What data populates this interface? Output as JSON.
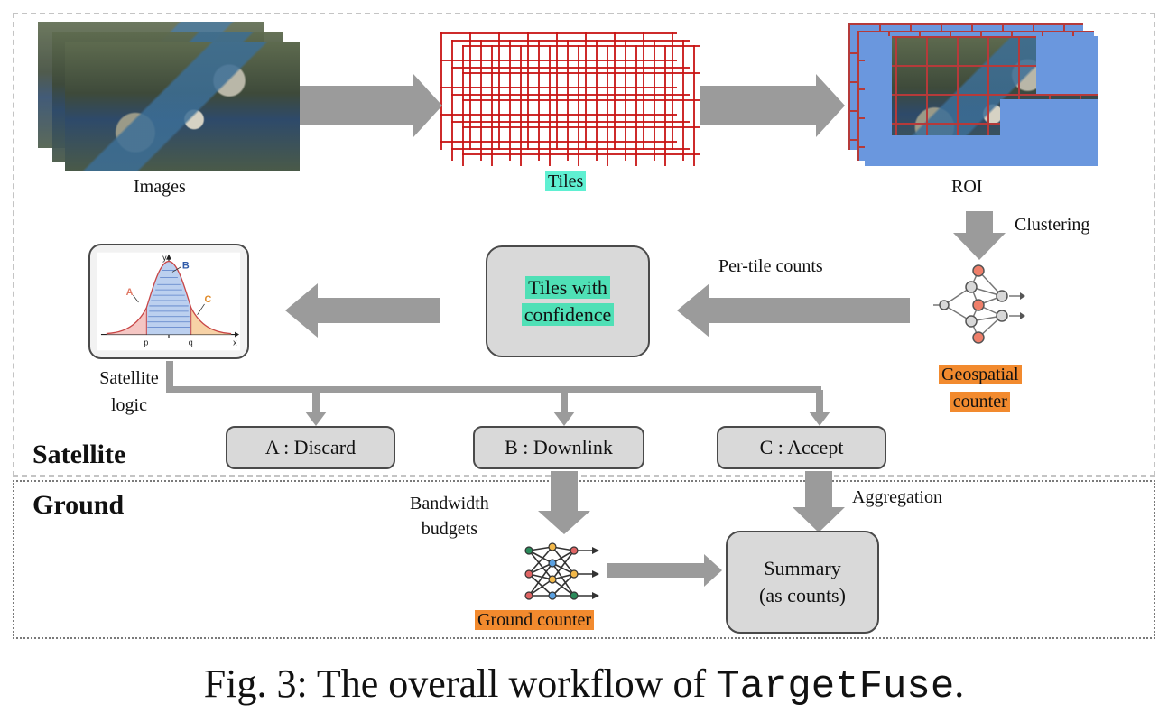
{
  "regions": {
    "satellite_label": "Satellite",
    "ground_label": "Ground"
  },
  "pipeline": {
    "images_label": "Images",
    "tiles_label": "Tiles",
    "roi_label": "ROI",
    "clustering_label": "Clustering",
    "per_tile_counts_label": "Per-tile counts",
    "geospatial_counter_line1": "Geospatial",
    "geospatial_counter_line2": "counter",
    "tiles_with_confidence_line1": "Tiles with",
    "tiles_with_confidence_line2": "confidence",
    "satellite_logic_line1": "Satellite",
    "satellite_logic_line2": "logic"
  },
  "distribution_chart": {
    "y_axis_label": "y",
    "x_axis_label": "x",
    "region_a": "A",
    "region_b": "B",
    "region_c": "C",
    "tick_p": "p",
    "tick_q": "q"
  },
  "decisions": {
    "a_label": "A : Discard",
    "b_label": "B : Downlink",
    "c_label": "C : Accept"
  },
  "ground": {
    "bandwidth_line1": "Bandwidth",
    "bandwidth_line2": "budgets",
    "aggregation_label": "Aggregation",
    "ground_counter_label": "Ground counter",
    "summary_line1": "Summary",
    "summary_line2": "(as counts)"
  },
  "caption": {
    "prefix": "Fig. 3: The overall workflow of ",
    "system_name": "TargetFuse",
    "suffix": "."
  },
  "colors": {
    "arrow_gray": "#9b9b9b",
    "highlight_cyan": "#5ff0d2",
    "highlight_green": "#4fe0b6",
    "highlight_orange": "#f28a2e",
    "box_fill": "#d9d9d9"
  }
}
